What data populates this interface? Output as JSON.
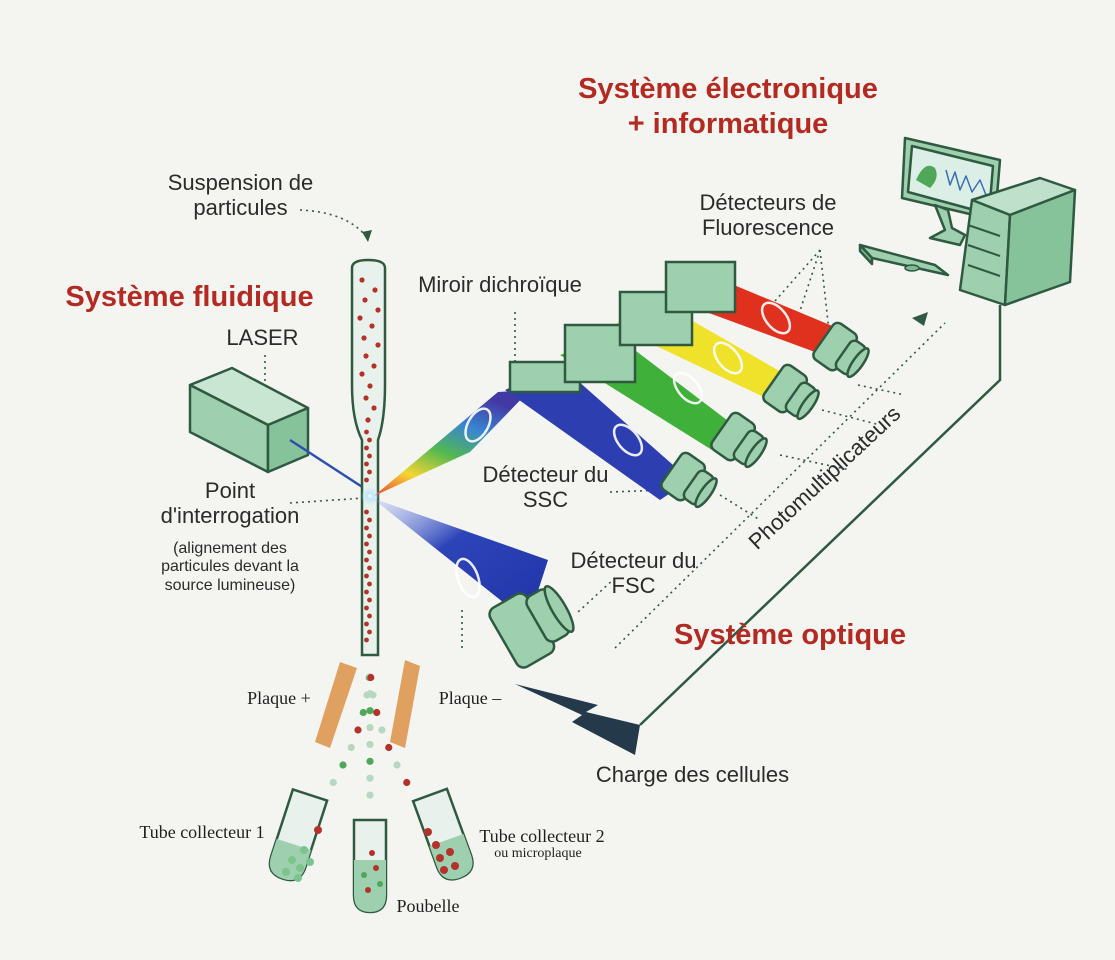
{
  "titles": {
    "electronic": [
      "Système électronique",
      "+ informatique"
    ],
    "fluidic": "Système fluidique",
    "optical": "Système optique"
  },
  "labels": {
    "suspension": [
      "Suspension de",
      "particules"
    ],
    "laser": "LASER",
    "mirror": "Miroir dichroïque",
    "fluo_detectors": [
      "Détecteurs de",
      "Fluorescence"
    ],
    "point_title": [
      "Point",
      "d'interrogation"
    ],
    "point_note": [
      "(alignement des",
      "particules devant la",
      "source lumineuse)"
    ],
    "ssc": [
      "Détecteur du",
      "SSC"
    ],
    "fsc": [
      "Détecteur du",
      "FSC"
    ],
    "pmt": "Photomultiplicateurs",
    "plate_plus": "Plaque +",
    "plate_minus": "Plaque –",
    "charge": "Charge des cellules",
    "tube1": "Tube collecteur 1",
    "tube2": "Tube collecteur 2",
    "tube2_sub": "ou microplaque",
    "trash": "Poubelle"
  },
  "colors": {
    "title_red": "#b22a22",
    "component_green": "#9ecfae",
    "outline": "#2f5a41",
    "plate_orange": "#e0a060",
    "beam_red": "#e02a1e",
    "beam_yellow": "#f2e22a",
    "beam_green": "#3fb03a",
    "beam_blue": "#2a3fb0",
    "particle_red": "#b5322a",
    "particle_green": "#4fa85a"
  }
}
